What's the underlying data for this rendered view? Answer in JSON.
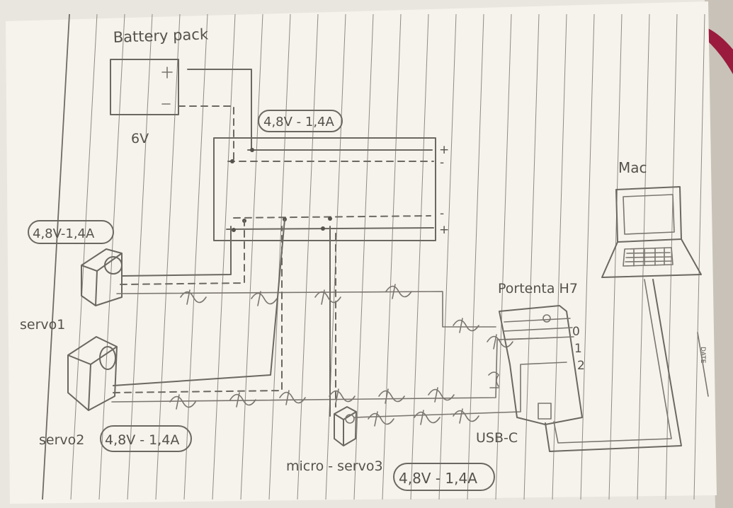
{
  "labels": {
    "battery_pack": "Battery pack",
    "battery_voltage": "6V",
    "spec_rail": "4,8V - 1,4A",
    "spec_servo1": "4,8V-1,4A",
    "spec_servo2": "4,8V - 1,4A",
    "spec_servo3": "4,8V - 1,4A",
    "servo1": "servo1",
    "servo2": "servo2",
    "micro_servo3": "micro - servo3",
    "portenta": "Portenta H7",
    "pin0": "0",
    "pin1": "1",
    "pin2": "2",
    "usb_c": "USB-C",
    "mac": "Mac",
    "plus": "+",
    "minus": "-",
    "date": "DATE"
  },
  "colors": {
    "paper": "#f6f3ec",
    "pencil": "#6b6862",
    "ribbon": "#9a1b3d"
  }
}
